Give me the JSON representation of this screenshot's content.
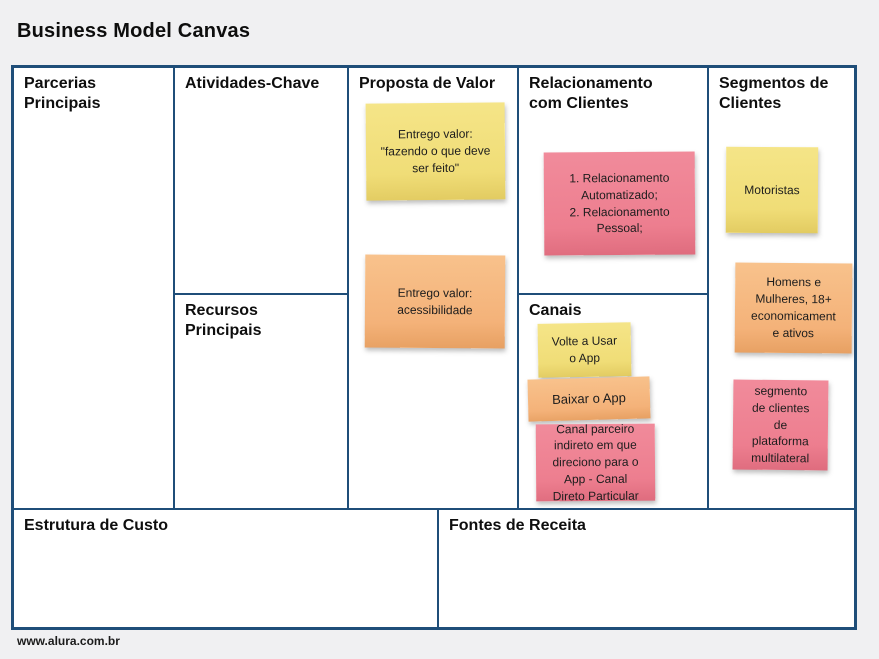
{
  "page": {
    "title": "Business Model Canvas",
    "footer": "www.alura.com.br"
  },
  "colors": {
    "canvas_border": "#1f4e79",
    "page_background": "#f0f0f2",
    "canvas_background": "#ffffff",
    "note_yellow": "#f0dd77",
    "note_orange": "#f4b279",
    "note_pink": "#ed7e8f",
    "text": "#111111"
  },
  "sections": {
    "parcerias": {
      "title": "Parcerias\nPrincipais",
      "notes": []
    },
    "atividades": {
      "title": "Atividades-Chave",
      "notes": []
    },
    "recursos": {
      "title": "Recursos\nPrincipais",
      "notes": []
    },
    "proposta": {
      "title": "Proposta de Valor",
      "notes": [
        {
          "color": "yellow",
          "text": "Entrego valor:\n\"fazendo o que deve\nser feito\""
        },
        {
          "color": "orange",
          "text": "Entrego valor:\nacessibilidade"
        }
      ]
    },
    "relacionamento": {
      "title": "Relacionamento\ncom Clientes",
      "notes": [
        {
          "color": "pink",
          "text": "1. Relacionamento\nAutomatizado;\n2. Relacionamento\nPessoal;"
        }
      ]
    },
    "canais": {
      "title": "Canais",
      "notes": [
        {
          "color": "yellow",
          "text": "Volte a Usar\no App"
        },
        {
          "color": "orange",
          "text": "Baixar o App"
        },
        {
          "color": "pink",
          "text": "Canal parceiro\nindireto em que\ndireciono para o\nApp - Canal\nDireto Particular"
        }
      ]
    },
    "segmentos": {
      "title": "Segmentos de\nClientes",
      "notes": [
        {
          "color": "yellow",
          "text": "Motoristas"
        },
        {
          "color": "orange",
          "text": "Homens e\nMulheres, 18+\neconomicament\ne ativos"
        },
        {
          "color": "pink",
          "text": "segmento\nde clientes\nde\nplataforma\nmultilateral"
        }
      ]
    },
    "custo": {
      "title": "Estrutura de Custo",
      "notes": []
    },
    "receita": {
      "title": "Fontes de Receita",
      "notes": []
    }
  }
}
